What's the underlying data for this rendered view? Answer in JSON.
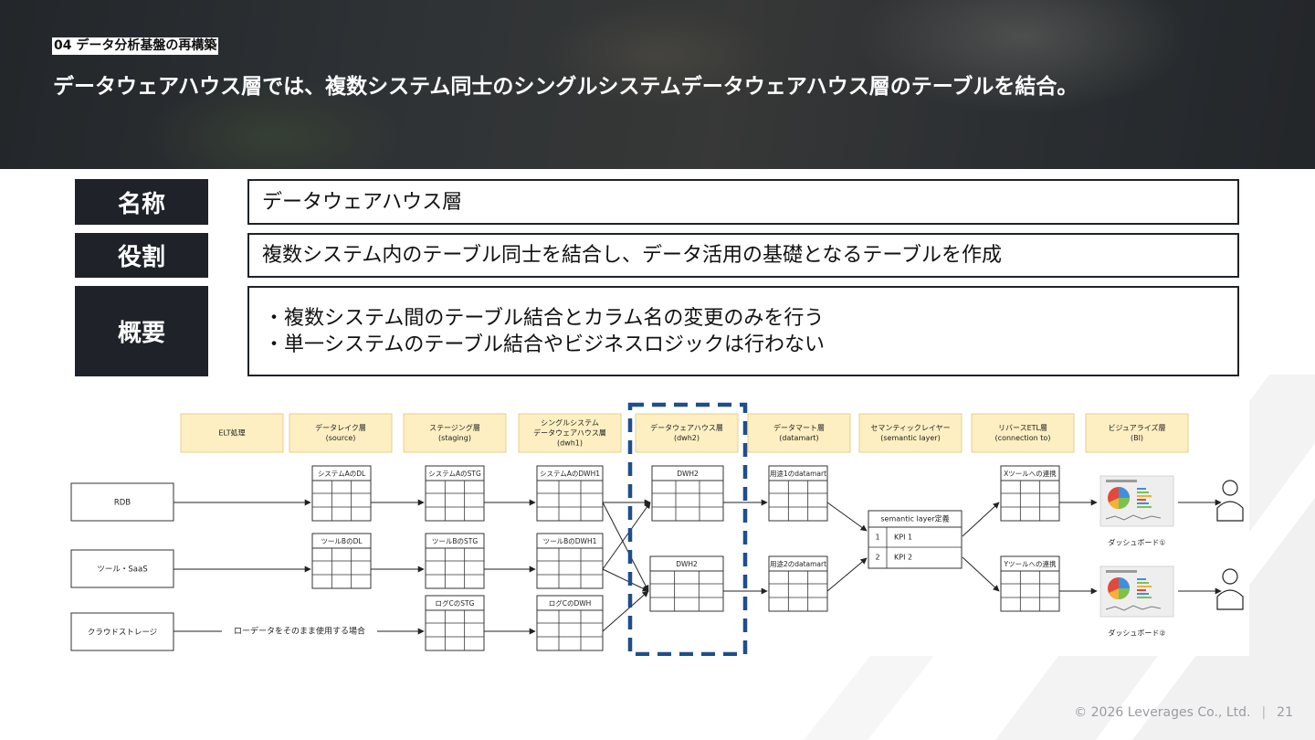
{
  "header": {
    "section_tag": "04 データ分析基盤の再構築",
    "headline": "データウェアハウス層では、複数システム同士のシングルシステムデータウェアハウス層のテーブルを結合。"
  },
  "definition": {
    "name": {
      "label": "名称",
      "value": "データウェアハウス層"
    },
    "role": {
      "label": "役割",
      "value": "複数システム内のテーブル同士を結合し、データ活用の基礎となるテーブルを作成"
    },
    "summary": {
      "label": "概要",
      "lines": [
        "・複数システム間のテーブル結合とカラム名の変更のみを行う",
        "・単一システムのテーブル結合やビジネスロジックは行わない"
      ]
    }
  },
  "diagram": {
    "layers": [
      {
        "lines": [
          "ELT処理"
        ]
      },
      {
        "lines": [
          "データレイク層",
          "(source)"
        ]
      },
      {
        "lines": [
          "ステージング層",
          "(staging)"
        ]
      },
      {
        "lines": [
          "シングルシステム",
          "データウェアハウス層",
          "(dwh1)"
        ]
      },
      {
        "lines": [
          "データウェアハウス層",
          "(dwh2)"
        ]
      },
      {
        "lines": [
          "データマート層",
          "(datamart)"
        ]
      },
      {
        "lines": [
          "セマンティックレイヤー",
          "(semantic layer)"
        ]
      },
      {
        "lines": [
          "リバースETL層",
          "(connection to)"
        ]
      },
      {
        "lines": [
          "ビジュアライズ層",
          "(BI)"
        ]
      }
    ],
    "sources": [
      "RDB",
      "ツール・SaaS",
      "クラウドストレージ"
    ],
    "tables": {
      "dl_a": "システムAのDL",
      "dl_b": "ツールBのDL",
      "stg_a": "システムAのSTG",
      "stg_b": "ツールBのSTG",
      "stg_c": "ログCのSTG",
      "dwh1_a": "システムAのDWH1",
      "dwh1_b": "ツールBのDWH1",
      "dwh1_c": "ログCのDWH",
      "dwh2_1": "DWH2",
      "dwh2_2": "DWH2",
      "mart_1": "用途1のdatamart",
      "mart_2": "用途2のdatamart",
      "retl_x": "Xツールへの連携",
      "retl_y": "Yツールへの連携"
    },
    "raw_data_note": "ローデータをそのまま使用する場合",
    "semantic": {
      "title": "semantic layer定義",
      "rows": [
        {
          "no": "1",
          "name": "KPI 1"
        },
        {
          "no": "2",
          "name": "KPI 2"
        }
      ]
    },
    "dashboards": [
      "ダッシュボード①",
      "ダッシュボード②"
    ],
    "highlight_color": "#1f4e8c",
    "layer_fill": "#fdefc2",
    "layer_stroke": "#e9cf8a"
  },
  "footer": {
    "copyright": "©  2026 Leverages Co., Ltd.",
    "page": "21"
  }
}
